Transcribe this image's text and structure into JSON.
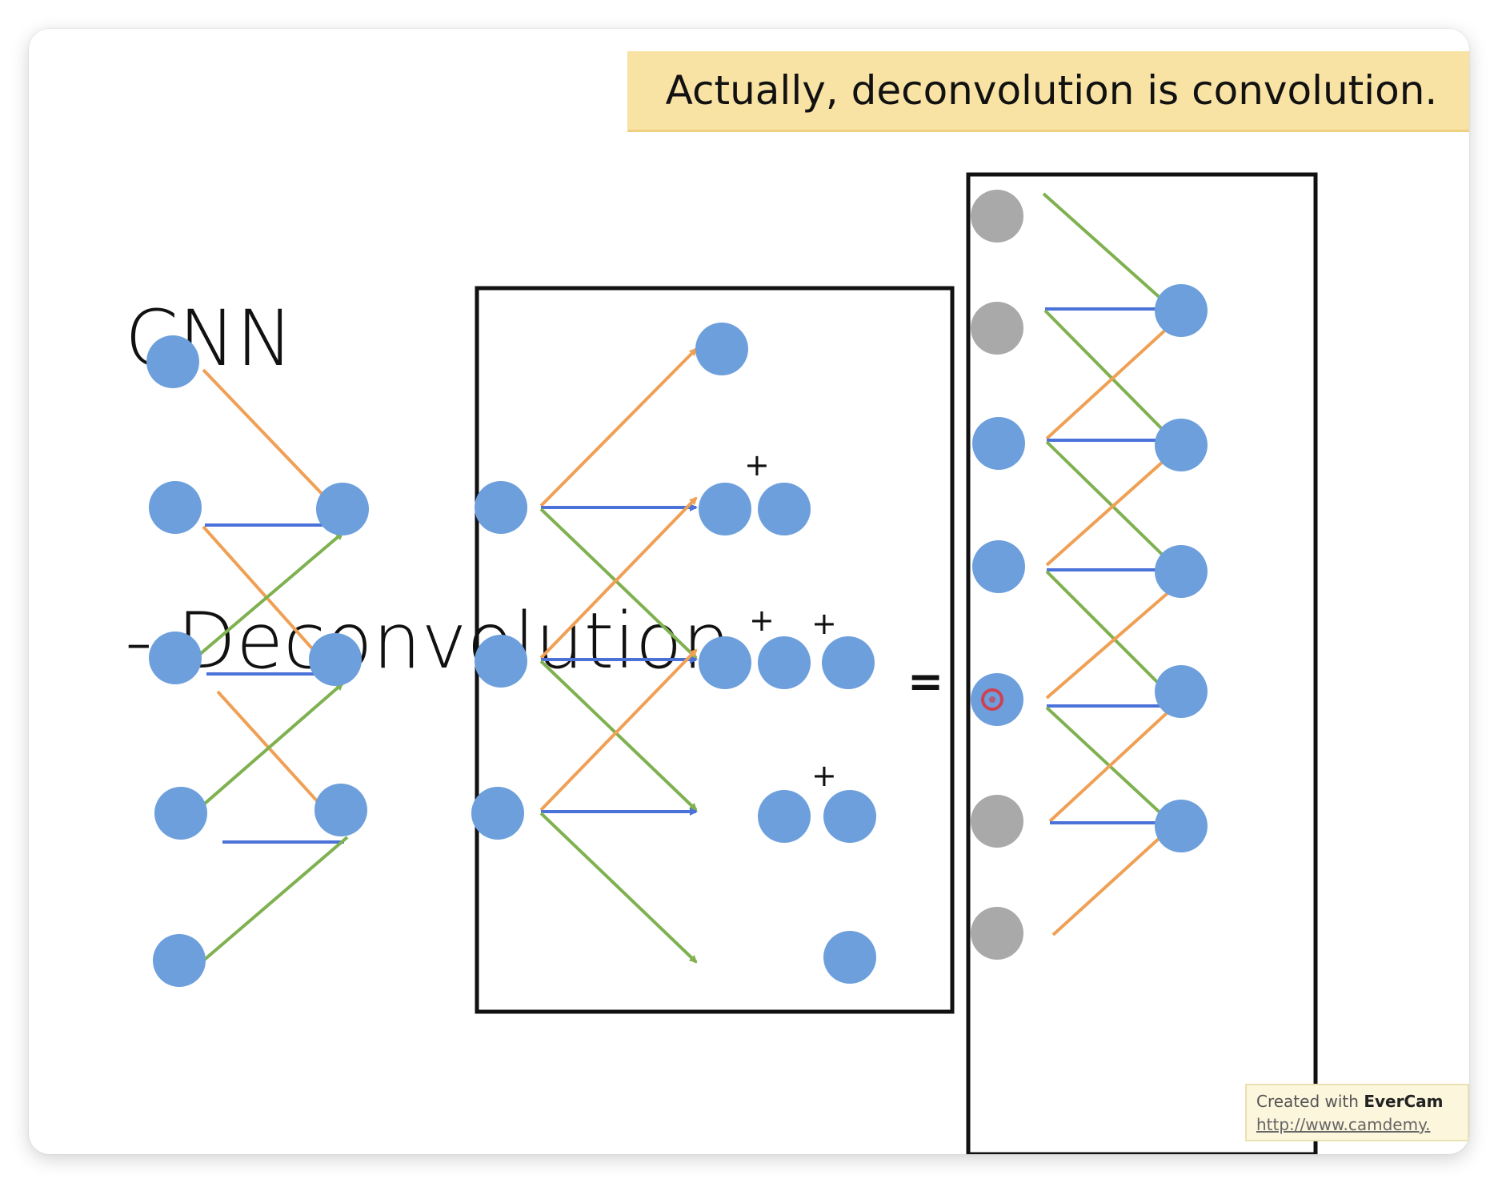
{
  "title": {
    "line1": "CNN",
    "line2": "- Deconvolution"
  },
  "note": "Actually, deconvolution is convolution.",
  "plus_symbol": "+",
  "equals_symbol": "=",
  "watermark": {
    "prefix": "Created with",
    "brand": "EverCam",
    "url": "http://www.camdemy."
  },
  "colors": {
    "node_blue": "#6c9fdc",
    "node_gray": "#a9a9a9",
    "arrow_orange": "#f0a055",
    "arrow_blue": "#4a72d8",
    "arrow_green": "#7fb150",
    "box_border": "#111111",
    "note_bg": "#f8e3a4",
    "cursor_red": "#e0303a"
  }
}
